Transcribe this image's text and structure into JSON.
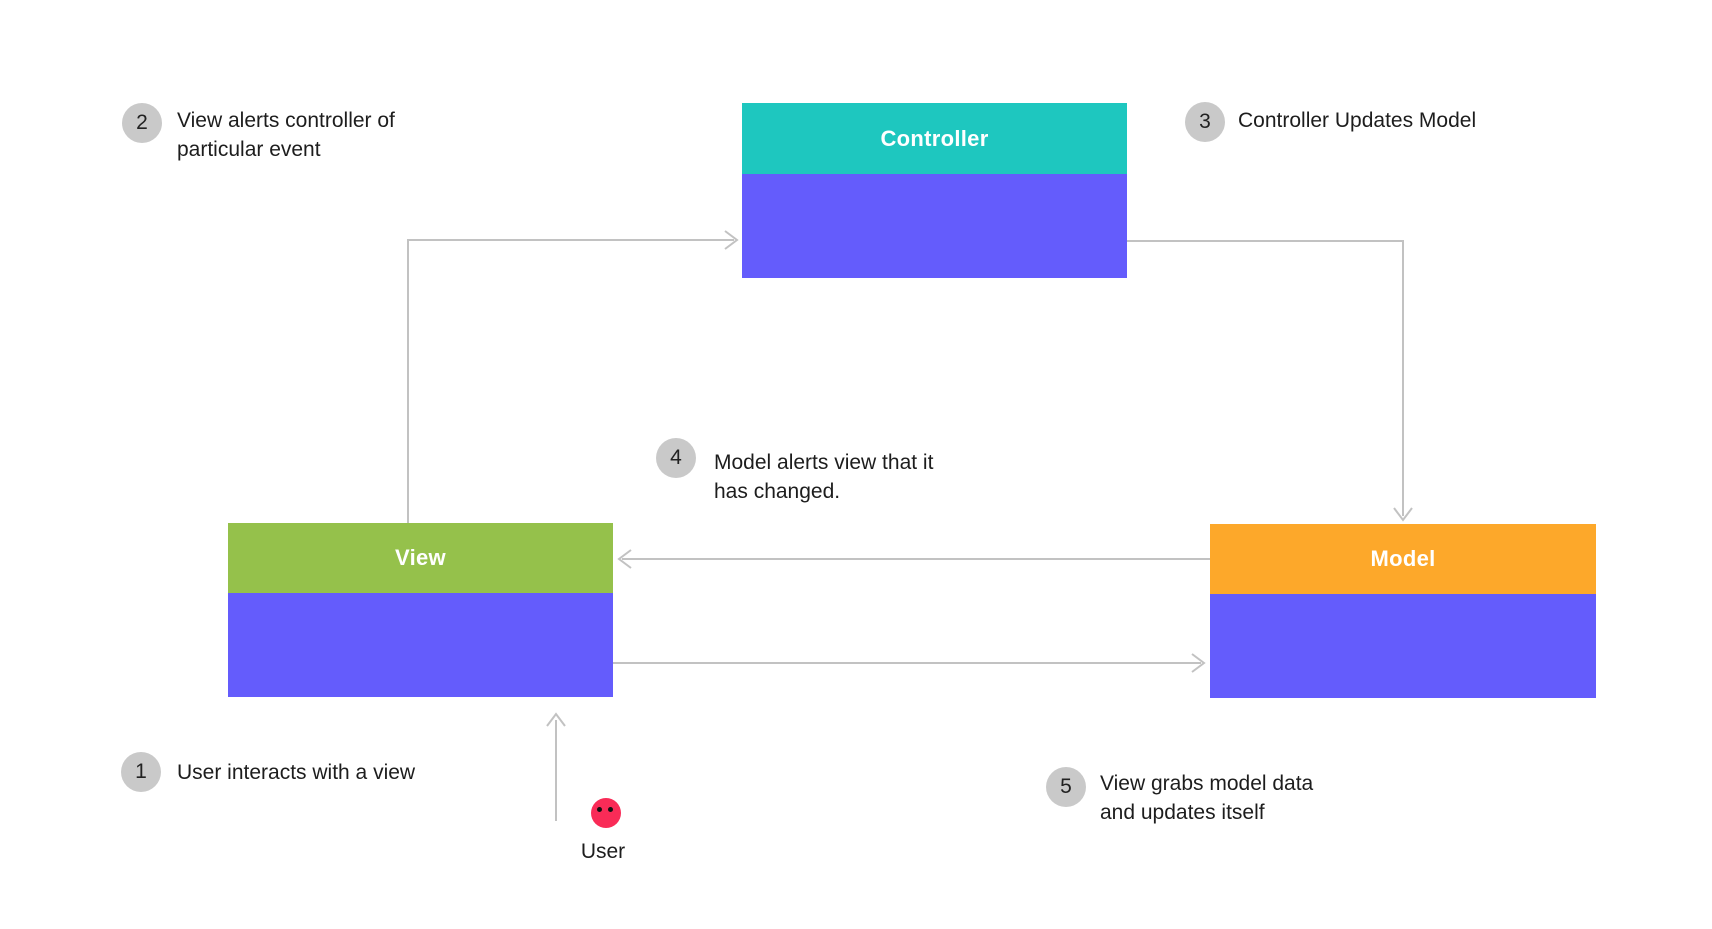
{
  "colors": {
    "teal": "#1EC7BF",
    "purple": "#645CFC",
    "green": "#95C14B",
    "orange": "#FDA82A",
    "pink": "#F92B57",
    "badge_gray": "#C9C9C9",
    "arrow_gray": "#C2C2C2",
    "text": "#1D1D1D"
  },
  "nodes": {
    "controller": {
      "label": "Controller"
    },
    "view": {
      "label": "View"
    },
    "model": {
      "label": "Model"
    }
  },
  "actor": {
    "label": "User"
  },
  "steps": [
    {
      "num": "1",
      "lines": [
        "User interacts with a view"
      ]
    },
    {
      "num": "2",
      "lines": [
        "View alerts controller of",
        "particular event"
      ]
    },
    {
      "num": "3",
      "lines": [
        "Controller Updates Model"
      ]
    },
    {
      "num": "4",
      "lines": [
        "Model alerts view that it",
        "has changed."
      ]
    },
    {
      "num": "5",
      "lines": [
        "View grabs model data",
        "and updates itself"
      ]
    }
  ]
}
